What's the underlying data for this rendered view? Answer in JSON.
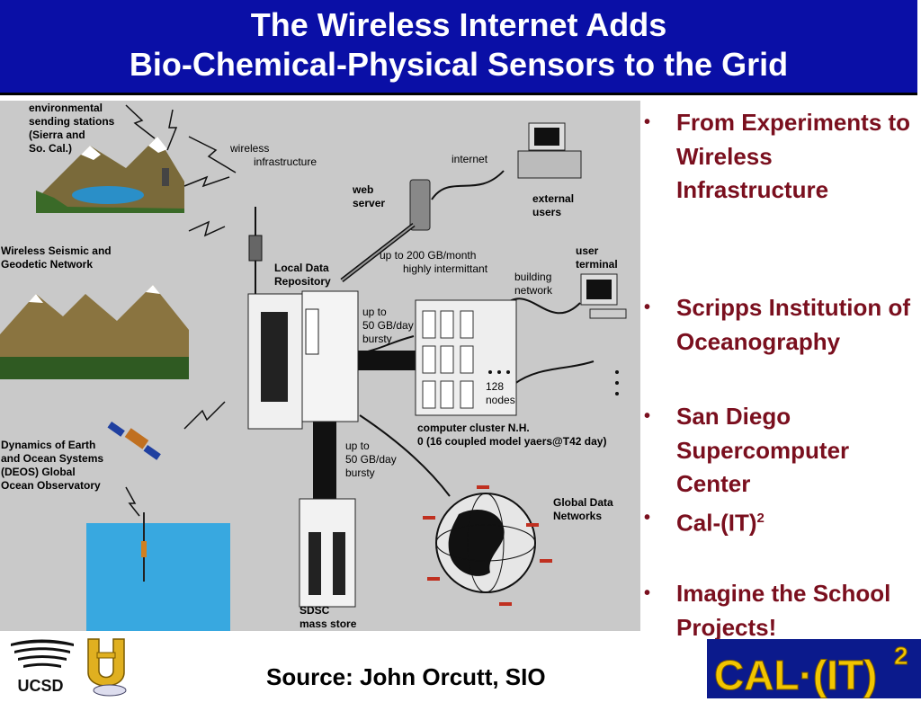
{
  "title": {
    "line1": "The Wireless Internet Adds",
    "line2": "Bio-Chemical-Physical Sensors to the Grid"
  },
  "diagram": {
    "env_stations": [
      "environmental",
      "sending stations",
      "(Sierra and",
      "So. Cal.)"
    ],
    "wireless_infra": [
      "wireless",
      "infrastructure"
    ],
    "internet": "internet",
    "web_server": [
      "web",
      "server"
    ],
    "external_users": [
      "external",
      "users"
    ],
    "seismic": [
      "Wireless Seismic and",
      "Geodetic Network"
    ],
    "local_repo": [
      "Local Data",
      "Repository"
    ],
    "up_to_200": [
      "up to 200 GB/month",
      "highly intermittant"
    ],
    "user_terminal": [
      "user",
      "terminal"
    ],
    "building_network": [
      "building",
      "network"
    ],
    "up_to_50_a": [
      "up to",
      "50 GB/day",
      "bursty"
    ],
    "nodes": [
      "128",
      "nodes"
    ],
    "cluster": [
      "computer cluster N.H.",
      "0 (16 coupled model yaers@T42 day)"
    ],
    "deos": [
      "Dynamics of Earth",
      "and Ocean Systems",
      "(DEOS)  Global",
      "Ocean Observatory"
    ],
    "up_to_50_b": [
      "up to",
      "50 GB/day",
      "bursty"
    ],
    "global_data": [
      "Global Data",
      "Networks"
    ],
    "sdsc": [
      "SDSC",
      "mass store"
    ]
  },
  "bullets": [
    {
      "marker": "•",
      "text": "From Experiments to Wireless Infrastructure"
    },
    {
      "marker": "•",
      "text": "Scripps Institution of Oceanography"
    },
    {
      "marker": "•",
      "text": "San Diego Supercomputer Center"
    },
    {
      "marker": "•",
      "text": "Cal-(IT)",
      "sup": "2"
    },
    {
      "marker": "•",
      "text": "Imagine the School Projects!"
    }
  ],
  "footer": {
    "source": "Source: John Orcutt, SIO",
    "ucsd": "UCSD",
    "calit2": "CAL·(IT)",
    "calit2_sup": "2"
  },
  "colors": {
    "title_bg": "#0a0fa6",
    "bullet": "#7a0f1e",
    "diagram_bg": "#c9c9c9",
    "calit2_bg": "#0b1a8c",
    "calit2_text": "#f2c500"
  }
}
